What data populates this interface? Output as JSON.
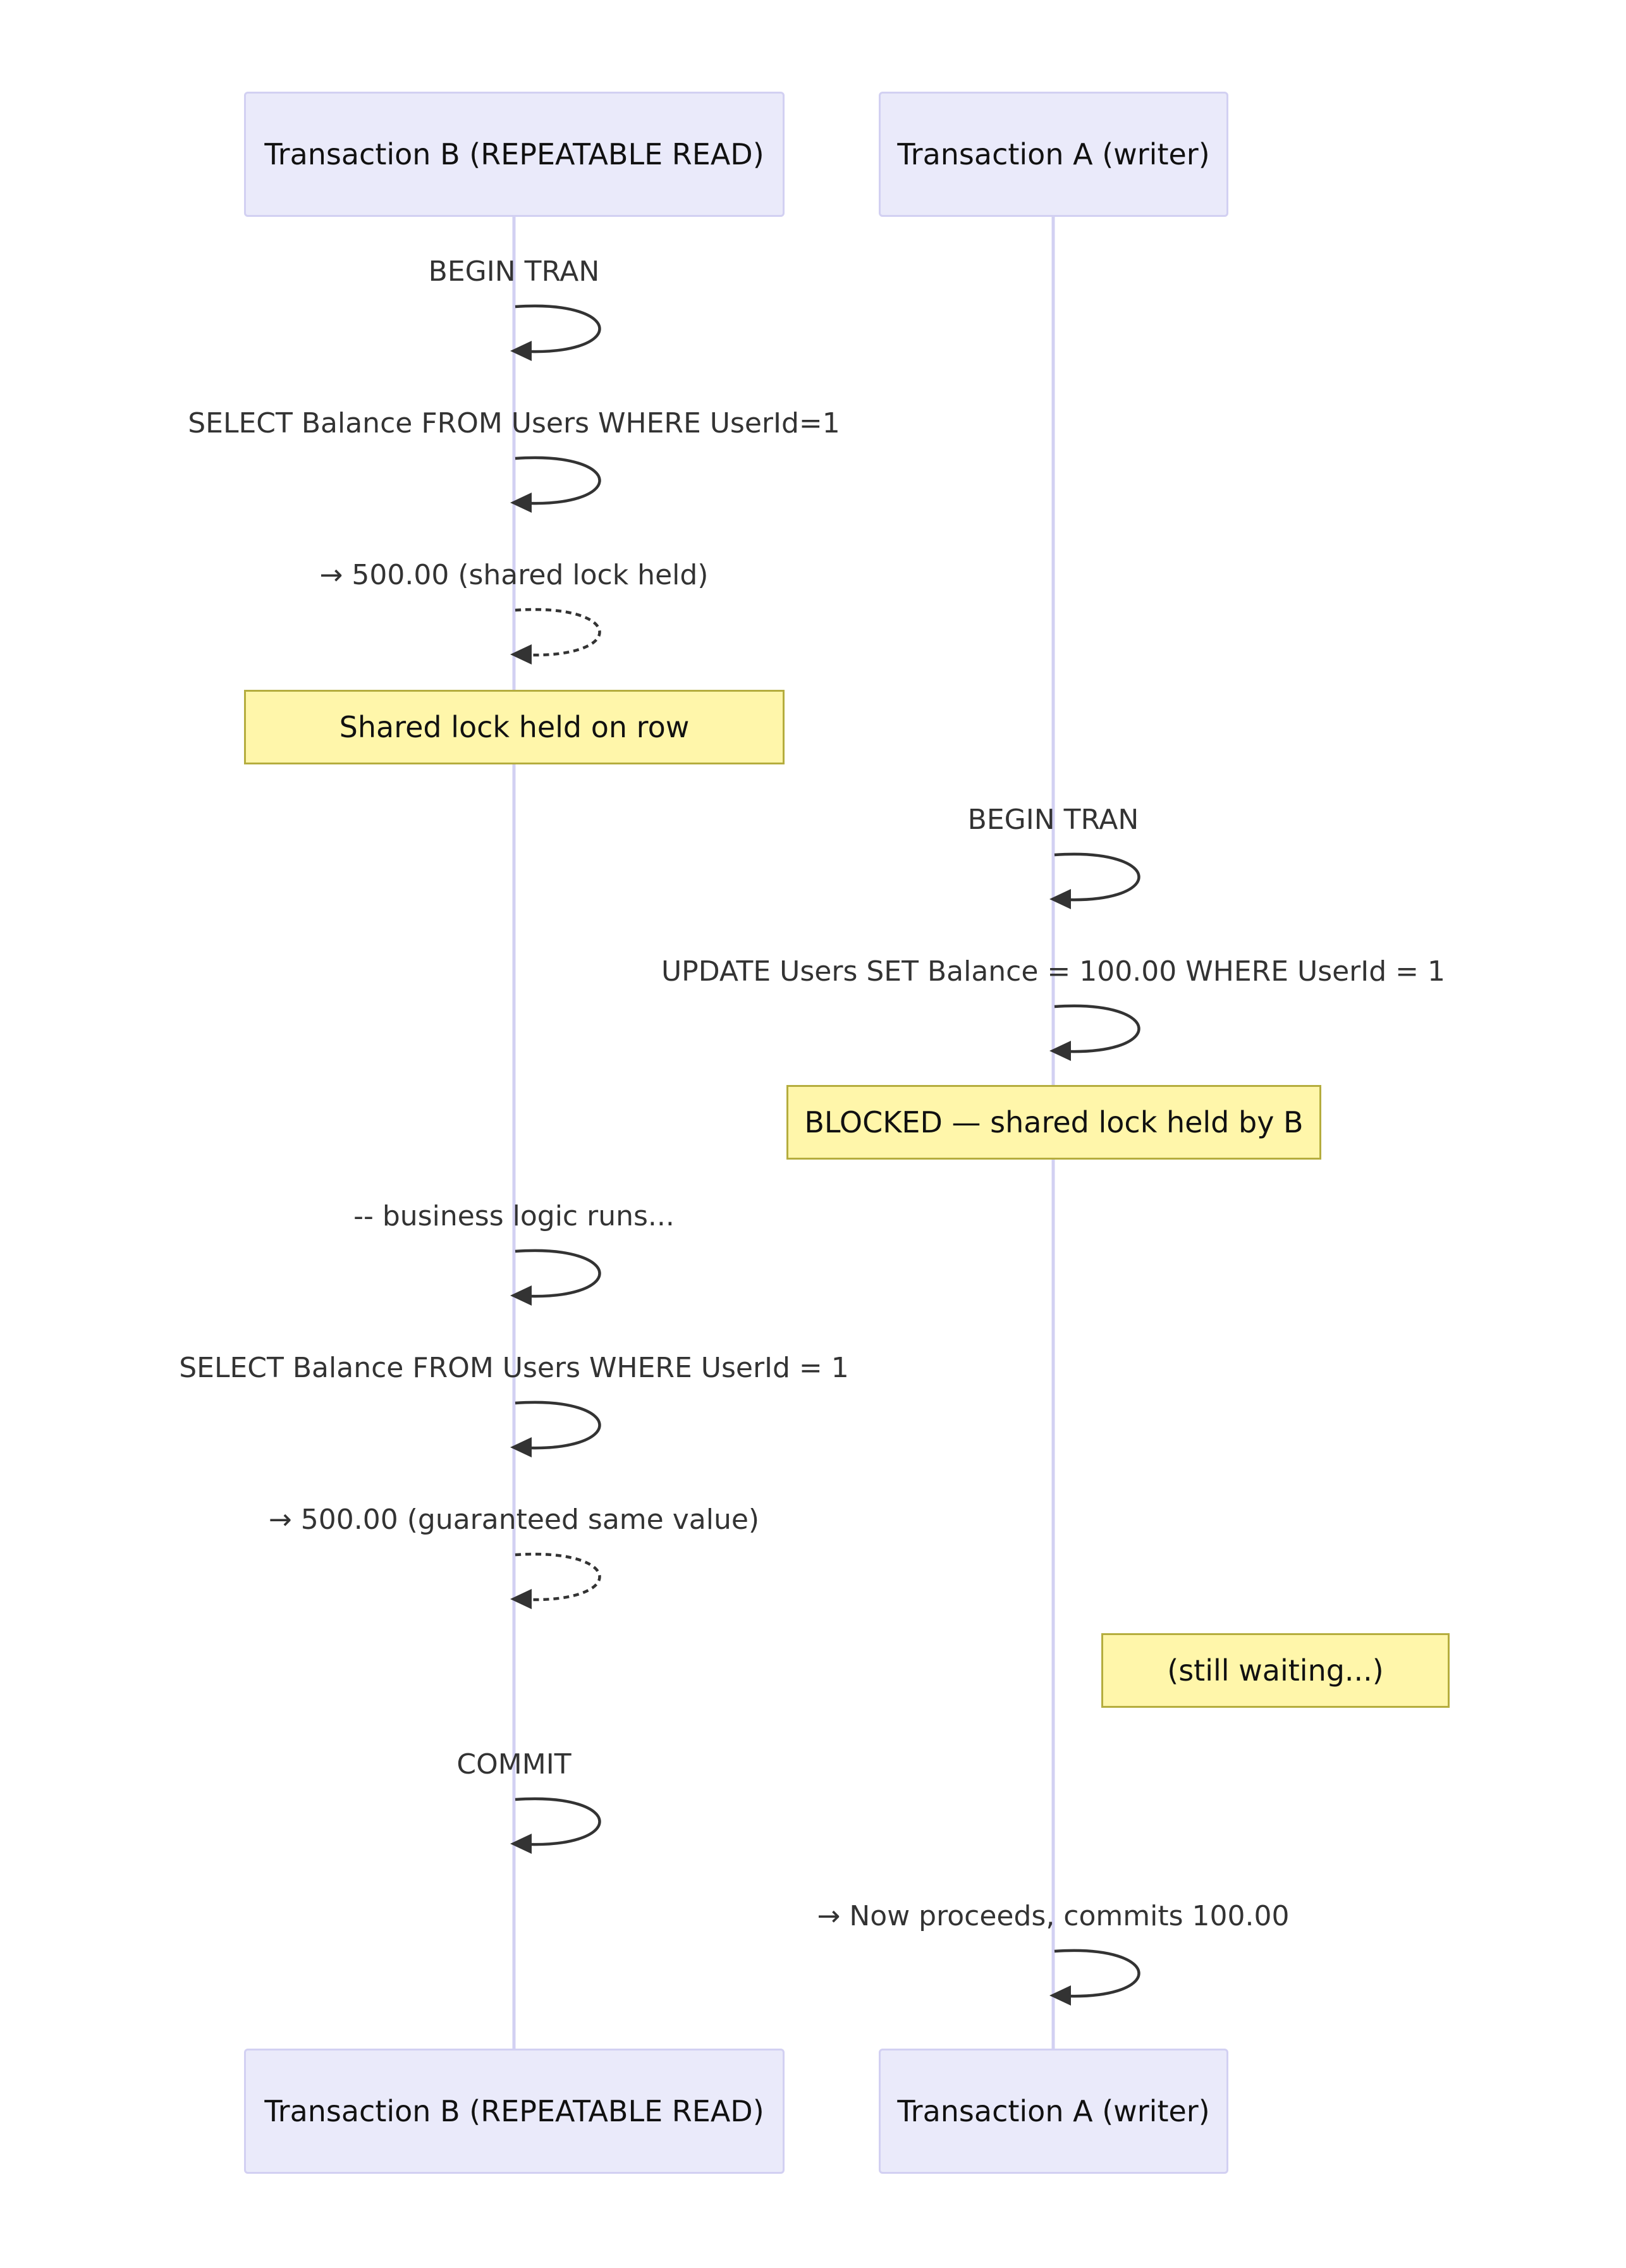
{
  "participants": [
    {
      "id": "B",
      "label": "Transaction B (REPEATABLE READ)"
    },
    {
      "id": "A",
      "label": "Transaction A (writer)"
    }
  ],
  "events": [
    {
      "kind": "self",
      "actor": "B",
      "label": "BEGIN TRAN",
      "style": "solid"
    },
    {
      "kind": "self",
      "actor": "B",
      "label": "SELECT Balance FROM Users WHERE UserId=1",
      "style": "solid"
    },
    {
      "kind": "self",
      "actor": "B",
      "label": "→ 500.00 (shared lock held)",
      "style": "dashed"
    },
    {
      "kind": "note",
      "over": "B",
      "text": "Shared lock held on row"
    },
    {
      "kind": "self",
      "actor": "A",
      "label": "BEGIN TRAN",
      "style": "solid"
    },
    {
      "kind": "self",
      "actor": "A",
      "label": "UPDATE Users SET Balance = 100.00 WHERE UserId = 1",
      "style": "solid"
    },
    {
      "kind": "note",
      "over": "A",
      "text": "BLOCKED — shared lock held by B"
    },
    {
      "kind": "self",
      "actor": "B",
      "label": "-- business logic runs...",
      "style": "solid"
    },
    {
      "kind": "self",
      "actor": "B",
      "label": "SELECT Balance FROM Users WHERE UserId = 1",
      "style": "solid"
    },
    {
      "kind": "self",
      "actor": "B",
      "label": "→ 500.00 (guaranteed same value)",
      "style": "dashed"
    },
    {
      "kind": "note",
      "rightOf": "A",
      "text": "(still waiting...)"
    },
    {
      "kind": "self",
      "actor": "B",
      "label": "COMMIT",
      "style": "solid"
    },
    {
      "kind": "self",
      "actor": "A",
      "label": "→ Now proceeds, commits 100.00",
      "style": "solid"
    }
  ],
  "colors": {
    "actor_fill": "#eaeafa",
    "actor_border": "#d2d0f2",
    "lifeline": "#d2d0f2",
    "note_fill": "#fff6aa",
    "note_border": "#b5ad3e",
    "arrow": "#333333",
    "text": "#333333"
  }
}
